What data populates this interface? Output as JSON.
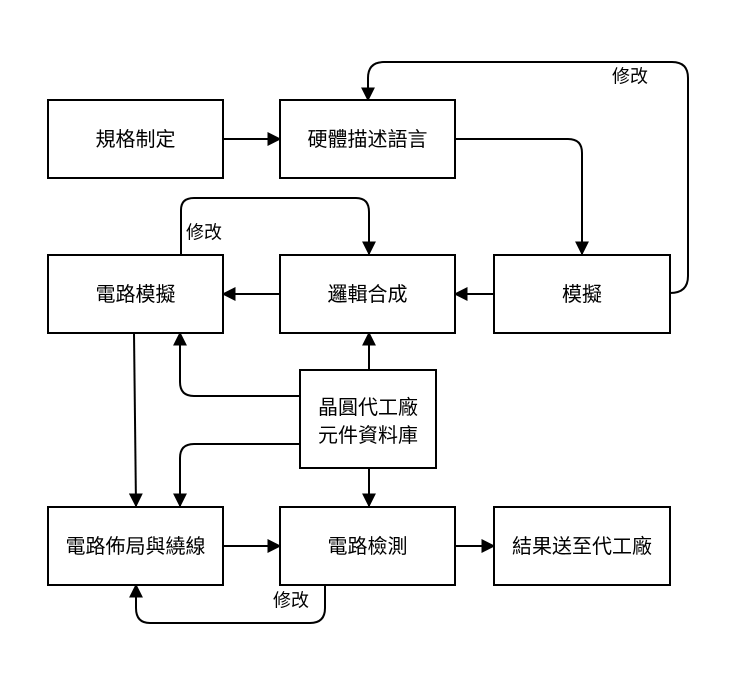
{
  "nodes": {
    "spec": "規格制定",
    "hdl": "硬體描述語言",
    "sim": "模擬",
    "synth": "邏輯合成",
    "circuit_sim": "電路模擬",
    "foundry_lib_1": "晶圓代工廠",
    "foundry_lib_2": "元件資料庫",
    "layout": "電路佈局與繞線",
    "verify": "電路檢測",
    "tapeout": "結果送至代工廠"
  },
  "labels": {
    "modify_top": "修改",
    "modify_mid": "修改",
    "modify_bottom": "修改"
  }
}
